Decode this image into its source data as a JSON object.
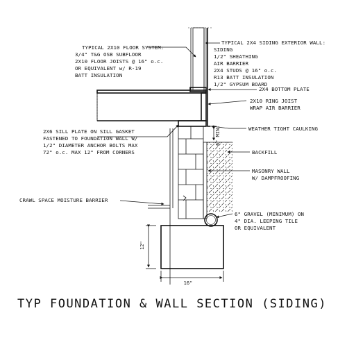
{
  "title": "TYP FOUNDATION & WALL SECTION (SIDING)",
  "callouts": {
    "floor_system": [
      "TYPICAL 2X10 FLOOR SYSTEM:",
      "3/4\" T&G OSB SUBFLOOR",
      "2X10 FLOOR JOISTS @ 16\" o.c.",
      "OR EQUIVALENT w/ R-19",
      "BATT INSULATION"
    ],
    "exterior_wall": [
      "TYPICAL 2X4 SIDING EXTERIOR WALL:",
      "SIDING",
      "1/2\" SHEATHING",
      "AIR BARRIER",
      "2X4 STUDS @ 16\" o.c.",
      "R13 BATT INSULATION",
      "1/2\" GYPSUM BOARD"
    ],
    "bottom_plate": [
      "2X4 BOTTOM PLATE"
    ],
    "ring_joist": [
      "2X10 RING JOIST",
      "WRAP AIR BARRIER"
    ],
    "sill_plate": [
      "2X6 SILL PLATE ON SILL GASKET",
      "FASTENED TO FOUNDATION WALL W/",
      "1/2\" DIAMETER ANCHOR BOLTS MAX",
      "72\" o.c. MAX 12\" FROM CORNERS"
    ],
    "caulking": [
      "WEATHER TIGHT CAULKING"
    ],
    "backfill": [
      "BACKFILL"
    ],
    "masonry": [
      "MASONRY WALL",
      "W/ DAMPFROOFING"
    ],
    "moisture_barrier": [
      "CRAWL SPACE MOISTURE BARRIER"
    ],
    "gravel": [
      "6\" GRAVEL (MINIMUM) ON",
      "4\" DIA. LEEPING TILE",
      "OR EQUIVALENT"
    ]
  },
  "dimensions": {
    "clearance": "6\" MIN.",
    "footing_height": "12\"",
    "footing_width": "16\""
  }
}
